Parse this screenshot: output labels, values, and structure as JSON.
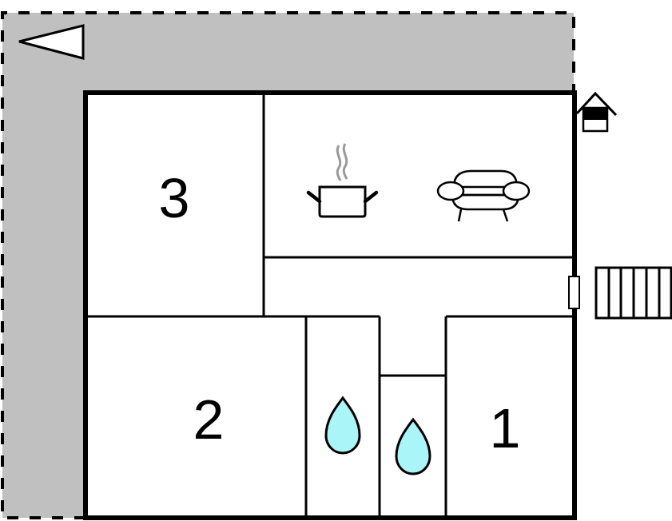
{
  "diagram": {
    "type": "floor-plan",
    "colors": {
      "terrace": "#c0c0c0",
      "wall": "#000000",
      "floor": "#ffffff",
      "water": "#aaf5f8",
      "steam": "#999999"
    },
    "rooms": [
      {
        "id": "bedroom-3",
        "label": "3",
        "kind": "bedroom"
      },
      {
        "id": "kitchen-living",
        "label": "",
        "kind": "kitchen-living",
        "icons": [
          "cooking-pot-icon",
          "sofa-icon"
        ]
      },
      {
        "id": "hallway",
        "label": "",
        "kind": "hallway"
      },
      {
        "id": "bedroom-2",
        "label": "2",
        "kind": "bedroom"
      },
      {
        "id": "bathroom-a",
        "label": "",
        "kind": "bathroom",
        "icons": [
          "water-drop-icon"
        ]
      },
      {
        "id": "bathroom-b",
        "label": "",
        "kind": "bathroom",
        "icons": [
          "water-drop-icon"
        ]
      },
      {
        "id": "bedroom-1",
        "label": "1",
        "kind": "bedroom"
      }
    ],
    "exterior": {
      "terrace": "dashed-outline gray area (L-shape, top and left)",
      "north_arrow": "triangle pointing left",
      "entrance_icon": "house-icon",
      "stairs_steps": 6,
      "door": "entrance door on right wall"
    }
  }
}
